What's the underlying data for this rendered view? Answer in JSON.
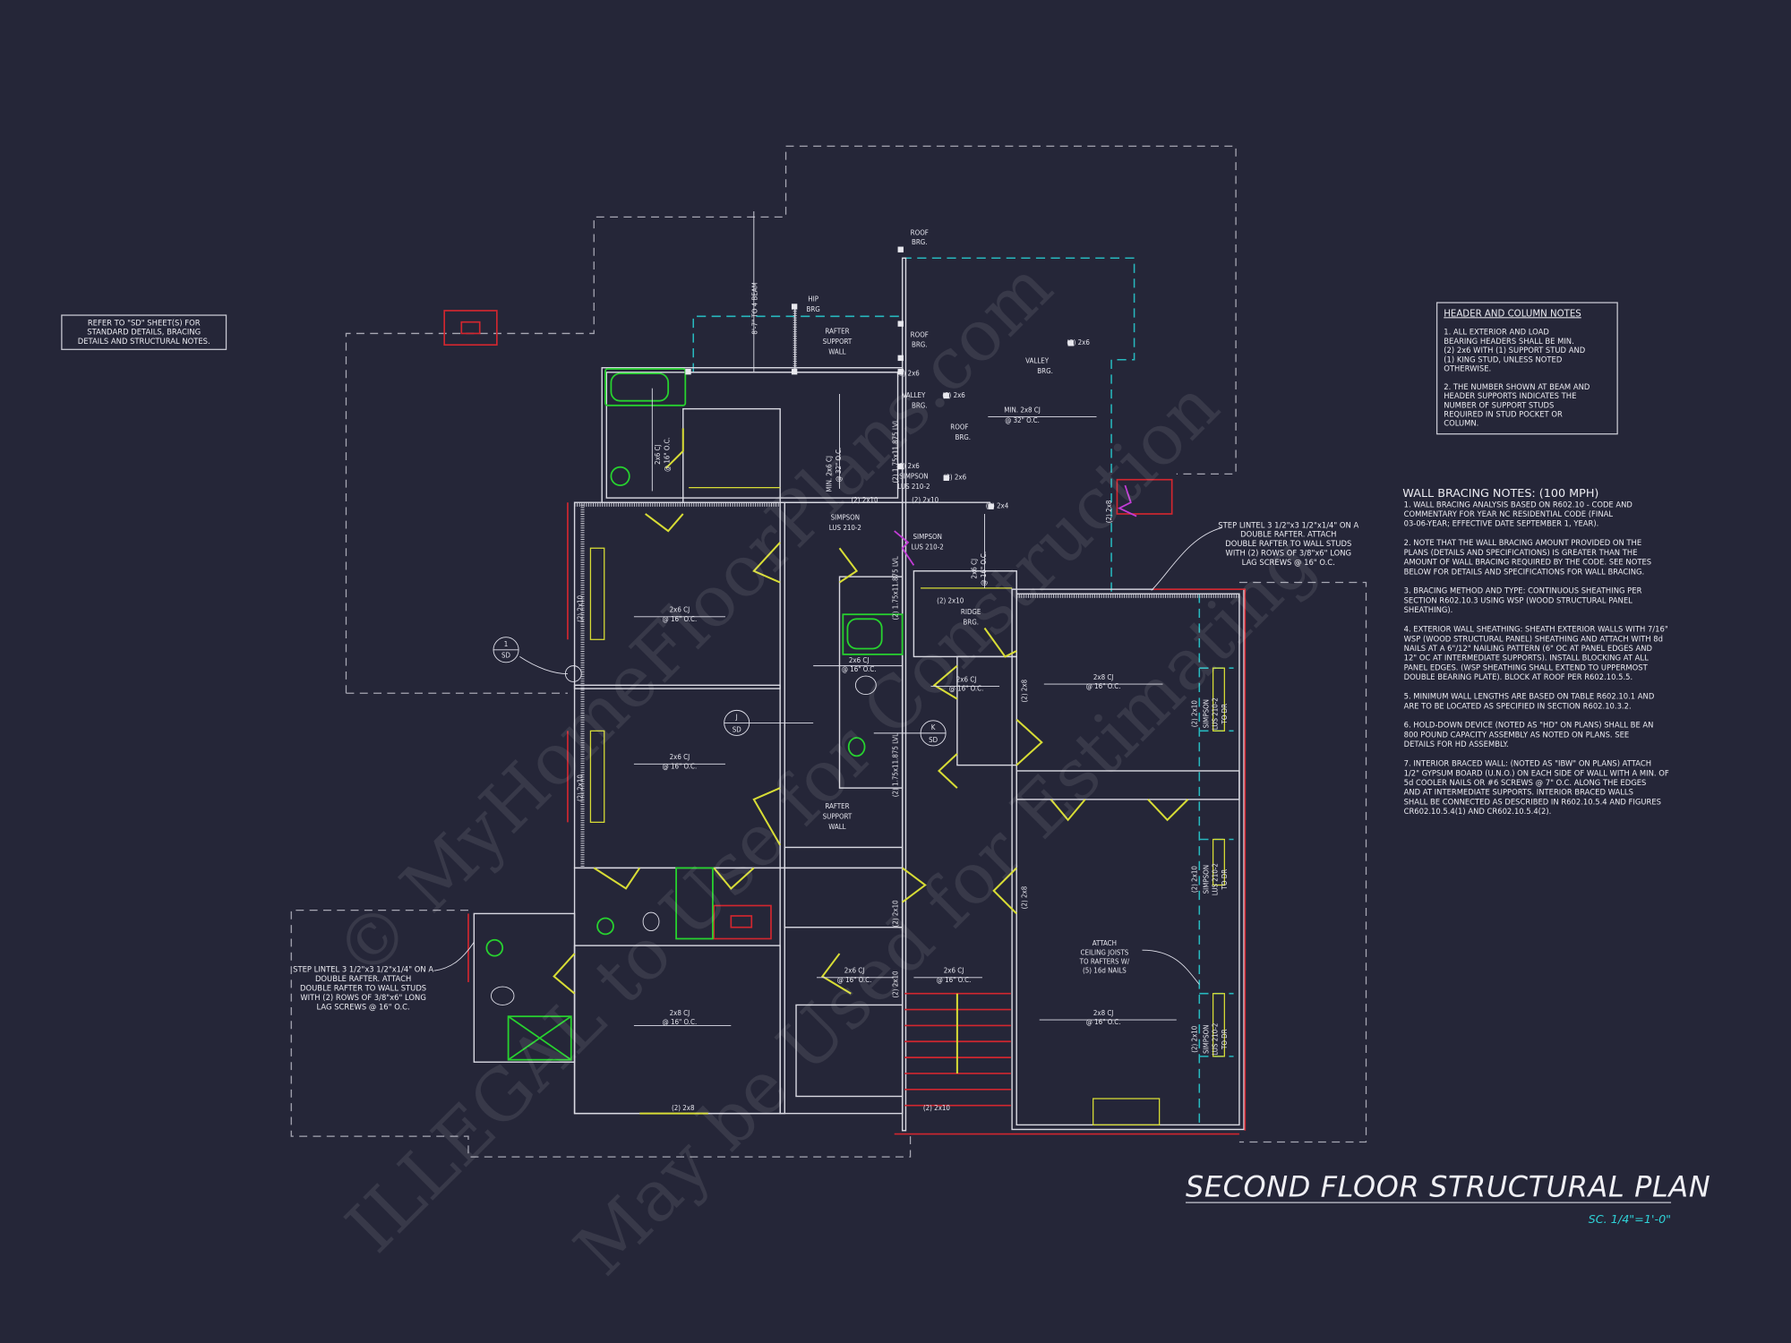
{
  "drawing": {
    "title": "SECOND FLOOR STRUCTURAL PLAN",
    "scale": "SC. 1/4\"=1'-0\"",
    "colors": {
      "background": "#252638",
      "walls": "#d9d9e2",
      "roof_outline_dashed": "#a8a8b4",
      "roof_framing_teal": "#27b8be",
      "exterior_red": "#d2262f",
      "doors_yellow": "#d7dc35",
      "fixtures_green": "#27d22f",
      "hangers_magenta": "#c23cd6",
      "scale_text": "#2fd3d8"
    }
  },
  "refer_note": [
    "REFER TO \"SD\"  SHEET(S) FOR",
    "STANDARD DETAILS, BRACING",
    "DETAILS AND STRUCTURAL NOTES."
  ],
  "header_notes": {
    "heading": "HEADER AND COLUMN NOTES",
    "lines": [
      "1. ALL EXTERIOR AND LOAD",
      "BEARING HEADERS SHALL BE MIN.",
      "(2) 2x6 WITH (1) SUPPORT STUD AND",
      "(1) KING STUD, UNLESS NOTED",
      "OTHERWISE.",
      "",
      "2. THE NUMBER SHOWN AT BEAM AND",
      "HEADER SUPPORTS INDICATES THE",
      "NUMBER OF SUPPORT STUDS",
      "REQUIRED IN STUD POCKET OR",
      "COLUMN."
    ]
  },
  "wall_bracing_notes": {
    "heading": "WALL BRACING NOTES: (100 MPH)",
    "lines": [
      "1. WALL BRACING ANALYSIS BASED ON R602.10 - CODE AND",
      "COMMENTARY FOR YEAR NC RESIDENTIAL CODE (FINAL",
      "03-06-YEAR; EFFECTIVE DATE SEPTEMBER 1, YEAR).",
      "",
      "2. NOTE THAT THE WALL BRACING AMOUNT PROVIDED ON THE",
      "PLANS (DETAILS AND SPECIFICATIONS) IS GREATER THAN THE",
      "AMOUNT OF WALL BRACING REQUIRED BY THE CODE. SEE NOTES",
      "BELOW FOR DETAILS AND SPECIFICATIONS FOR WALL BRACING.",
      "",
      "3. BRACING METHOD AND TYPE: CONTINUOUS SHEATHING PER",
      "SECTION R602.10.3 USING WSP (WOOD STRUCTURAL PANEL",
      "SHEATHING).",
      "",
      "4. EXTERIOR WALL SHEATHING: SHEATH EXTERIOR WALLS WITH 7/16\"",
      "WSP (WOOD STRUCTURAL PANEL) SHEATHING AND ATTACH WITH 8d",
      "NAILS AT A 6\"/12\" NAILING PATTERN (6\" OC AT PANEL EDGES AND",
      "12\" OC AT INTERMEDIATE SUPPORTS). INSTALL BLOCKING AT ALL",
      "PANEL EDGES. (WSP SHEATHING SHALL EXTEND TO UPPERMOST",
      "DOUBLE BEARING PLATE). BLOCK AT ROOF PER R602.10.5.5.",
      "",
      "5. MINIMUM WALL LENGTHS ARE BASED ON TABLE R602.10.1 AND",
      "ARE TO BE LOCATED AS SPECIFIED IN SECTION R602.10.3.2.",
      "",
      "6. HOLD-DOWN DEVICE (NOTED AS \"HD\" ON PLANS) SHALL BE AN",
      "800 POUND CAPACITY ASSEMBLY AS NOTED ON PLANS. SEE",
      "DETAILS FOR HD ASSEMBLY.",
      "",
      "7. INTERIOR BRACED WALL: (NOTED AS \"IBW\" ON PLANS) ATTACH",
      "1/2\" GYPSUM BOARD (U.N.O.) ON EACH SIDE OF WALL WITH A MIN. OF",
      "5d COOLER NAILS OR #6 SCREWS @ 7\" O.C. ALONG THE EDGES",
      "AND AT INTERMEDIATE SUPPORTS.  INTERIOR BRACED WALLS",
      "SHALL BE CONNECTED AS DESCRIBED IN R602.10.5.4 AND FIGURES",
      "CR602.10.5.4(1) AND CR602.10.5.4(2)."
    ]
  },
  "step_lintel_note": [
    "STEP LINTEL 3 1/2\"x3 1/2\"x1/4\" ON A",
    "DOUBLE RAFTER.  ATTACH",
    "DOUBLE RAFTER TO WALL STUDS",
    "WITH (2) ROWS OF 3/8\"x6\" LONG",
    "LAG SCREWS @ 16\" O.C."
  ],
  "plan_labels": [
    "8'-7\" TO 4 BEAM",
    "HIP",
    "BRG",
    "RAFTER",
    "SUPPORT",
    "WALL",
    "ROOF",
    "BRG.",
    "ROOF",
    "BRG.",
    "(3) 2x6",
    "VALLEY",
    "BRG.",
    "(3) 2x6",
    "(3) 2x6",
    "VALLEY",
    "BRG.",
    "MIN. 2x8 CJ",
    "@ 32\" O.C.",
    "ROOF",
    "BRG.",
    "(3) 2x6",
    "SIMPSON",
    "LUS 210-2",
    "(3) 2x6",
    "(2) 2x10",
    "(2) 2x10",
    "(3) 2x4",
    "SIMPSON",
    "LUS 210-2",
    "SIMPSON",
    "LUS 210-2",
    "MIN. 2x6 CJ",
    "@ 32\" O.C.",
    "(2) 1.75x11.875 LVL",
    "2x6 CJ",
    "@ 16\" O.C.",
    "2x6 CJ",
    "@ 16\" O.C.",
    "(2) 2x10",
    "RIDGE",
    "BRG.",
    "2x6 CJ",
    "@ 16\" O.C.",
    "2x6 CJ",
    "@ 16\" O.C.",
    "2x6 CJ",
    "@ 16\" O.C.",
    "2x6 CJ",
    "@ 16\" O.C.",
    "2x8 CJ",
    "@ 16\" O.C.",
    "(2) 2x10",
    "(2) 2x10",
    "(2) 1.75x11.875 LVL",
    "(2) 2x8",
    "(2) 2x10",
    "SIMPSON",
    "LUS 210-2",
    "TO DR",
    "RAFTER",
    "SUPPORT",
    "WALL",
    "(2) 2x10",
    "SIMPSON",
    "LUS 210-2",
    "TO DR",
    "(2) 1.75x11.875 LVL",
    "(2) 2x8",
    "2x8 CJ",
    "@ 16\" O.C.",
    "2x6 CJ",
    "@ 16\" O.C.",
    "2x6 CJ",
    "@ 16\" O.C.",
    "(2) 2x10",
    "(2) 2x10",
    "ATTACH",
    "CEILING JOISTS",
    "TO RAFTERS W/",
    "(5) 16d NAILS",
    "(2) 2x10",
    "SIMPSON",
    "LUS 210-2",
    "TO DR",
    "2x8 CJ",
    "@ 16\" O.C.",
    "(2) 2x8",
    "(2) 2x10",
    "(2) 2x8"
  ],
  "section_markers": [
    {
      "letter": "1",
      "sheet": "SD"
    },
    {
      "letter": "J",
      "sheet": "SD"
    },
    {
      "letter": "K",
      "sheet": "SD"
    }
  ],
  "watermark": [
    "© MyHomeFloorPlans.com",
    "ILLEGAL to Use for Construction",
    "May be Used for Estimating"
  ]
}
